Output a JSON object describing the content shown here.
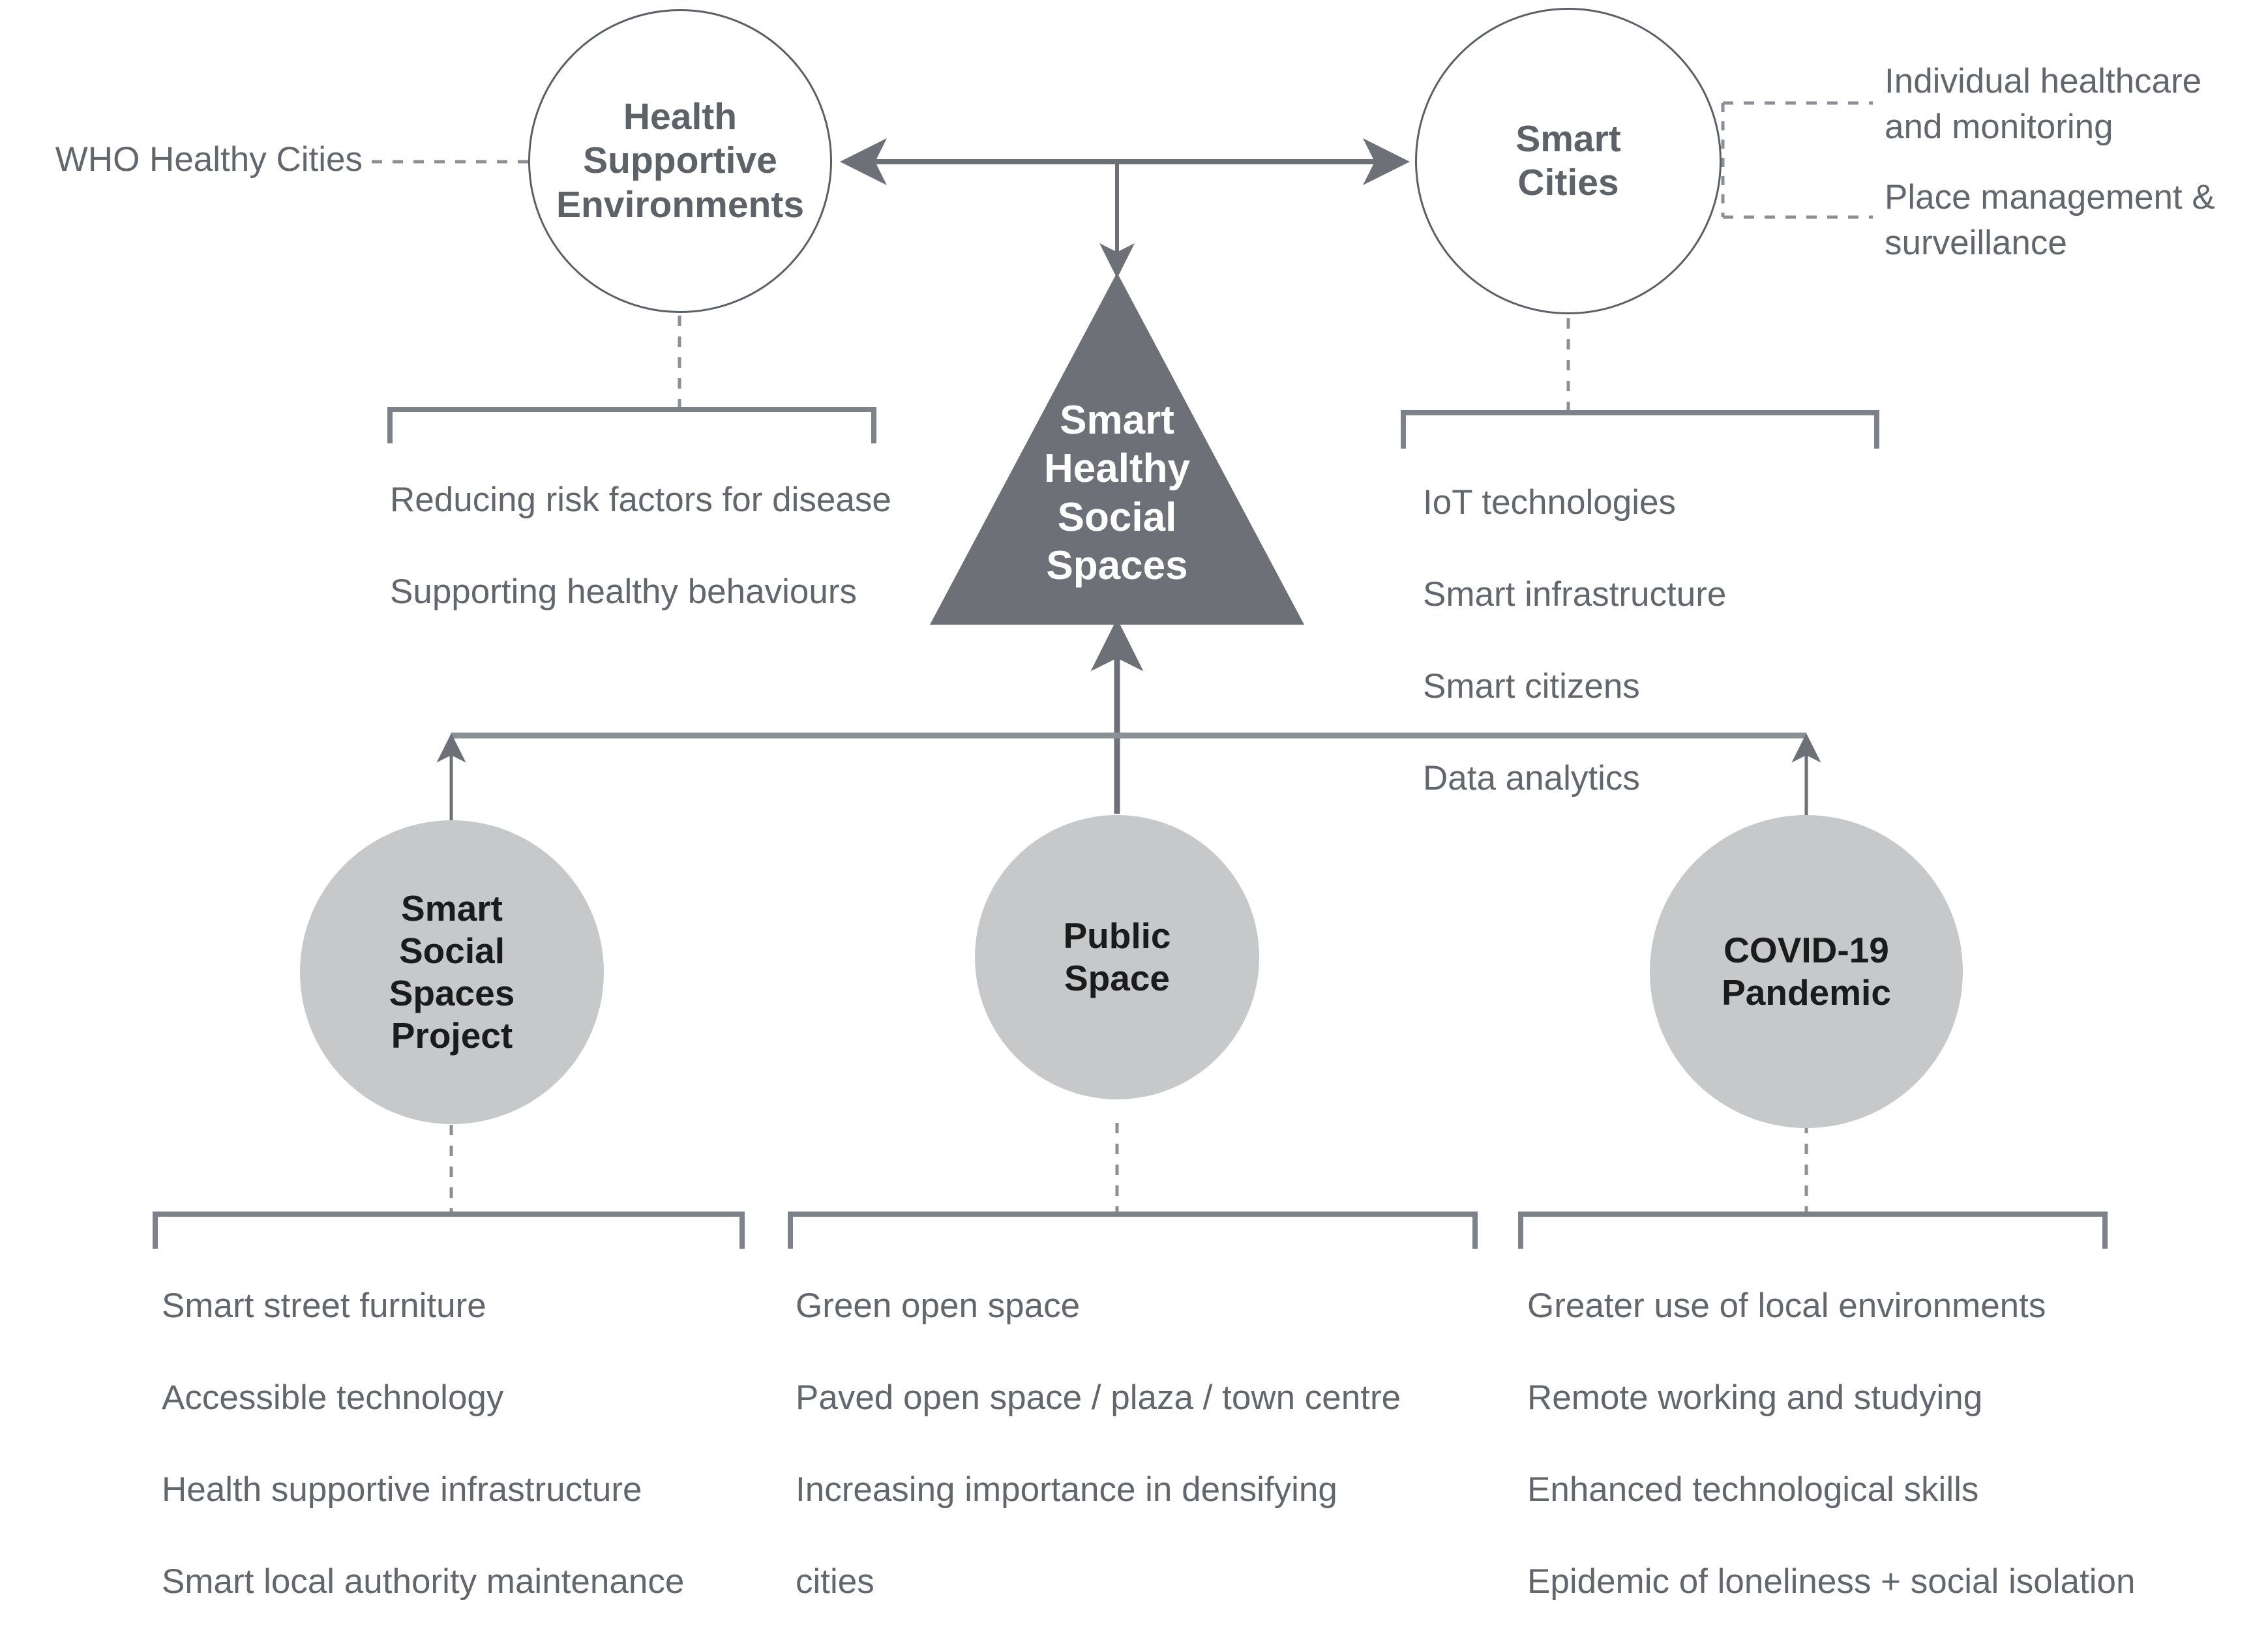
{
  "diagram": {
    "title": "Smart Healthy Social Spaces conceptual framework",
    "colors": {
      "triangle_fill": "#6d7077",
      "circle_fill": "#c7c8ca",
      "outline_stroke": "#5b5f66",
      "connector": "#7d8189",
      "body_text": "#62666d",
      "node_text_dark": "#1b1b1b",
      "node_text_grey": "#5d6168",
      "triangle_text": "#ffffff",
      "background": "#ffffff"
    }
  },
  "center": {
    "label": "Smart\nHealthy\nSocial\nSpaces"
  },
  "nodes": {
    "health": {
      "label": "Health\nSupportive\nEnvironments"
    },
    "smart_cities": {
      "label": "Smart\nCities"
    },
    "ssp": {
      "label": "Smart\nSocial\nSpaces\nProject"
    },
    "public_space": {
      "label": "Public\nSpace"
    },
    "covid": {
      "label": "COVID-19\nPandemic"
    }
  },
  "annotations": {
    "who": {
      "label": "WHO Healthy Cities"
    },
    "smart_cities_branch_1": {
      "label": "Individual healthcare\nand monitoring"
    },
    "smart_cities_branch_2": {
      "label": "Place management &\nsurveillance"
    }
  },
  "lists": {
    "health": {
      "items": [
        "Reducing risk factors for disease",
        "Supporting healthy behaviours"
      ]
    },
    "smart_cities": {
      "items": [
        "IoT technologies",
        "Smart infrastructure",
        "Smart citizens",
        "Data analytics"
      ]
    },
    "ssp": {
      "items": [
        "Smart street furniture",
        "Accessible technology",
        "Health supportive infrastructure",
        "Smart local authority maintenance"
      ]
    },
    "public_space": {
      "items": [
        "Green open space",
        "Paved open space / plaza / town centre",
        "Increasing importance in densifying",
        "cities"
      ]
    },
    "covid": {
      "items": [
        "Greater use of local environments",
        "Remote working and studying",
        "Enhanced technological skills",
        "Epidemic of loneliness + social isolation"
      ]
    }
  }
}
